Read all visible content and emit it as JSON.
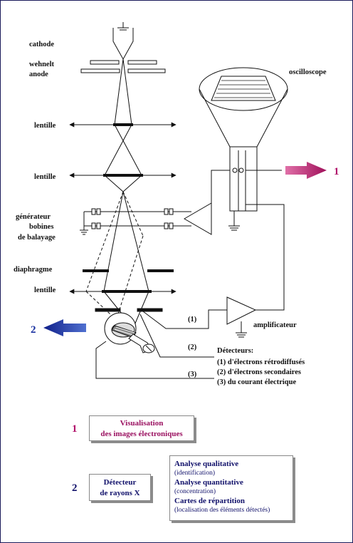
{
  "labels": {
    "cathode": "cathode",
    "wehnelt": "wehnelt",
    "anode": "anode",
    "lentille1": "lentille",
    "lentille2": "lentille",
    "generateur": "générateur",
    "bobines": "bobines",
    "balayage": "de balayage",
    "diaphragme": "diaphragme",
    "lentille3": "lentille",
    "oscilloscope": "oscilloscope",
    "amplificateur": "amplificateur",
    "out1": "1",
    "out2": "2",
    "det1": "(1)",
    "det2": "(2)",
    "det3": "(3)"
  },
  "detecteurs": {
    "title": "Détecteurs:",
    "items": [
      "(1)  d'électrons rétrodiffusés",
      "(2)  d'électrons secondaires",
      "(3)  du courant électrique"
    ]
  },
  "legend": {
    "item1": {
      "num": "1",
      "line1": "Visualisation",
      "line2": "des images électroniques"
    },
    "item2": {
      "num": "2",
      "line1": "Détecteur",
      "line2": "de rayons X"
    },
    "analyse": [
      {
        "title": "Analyse qualitative",
        "sub": "(identification)"
      },
      {
        "title": "Analyse quantitative",
        "sub": "(concentration)"
      },
      {
        "title": "Cartes de répartition",
        "sub": "(localisation des éléments détectés)"
      }
    ]
  },
  "colors": {
    "magenta": "#b0106a",
    "navy": "#10106a",
    "blue": "#1830a0"
  }
}
